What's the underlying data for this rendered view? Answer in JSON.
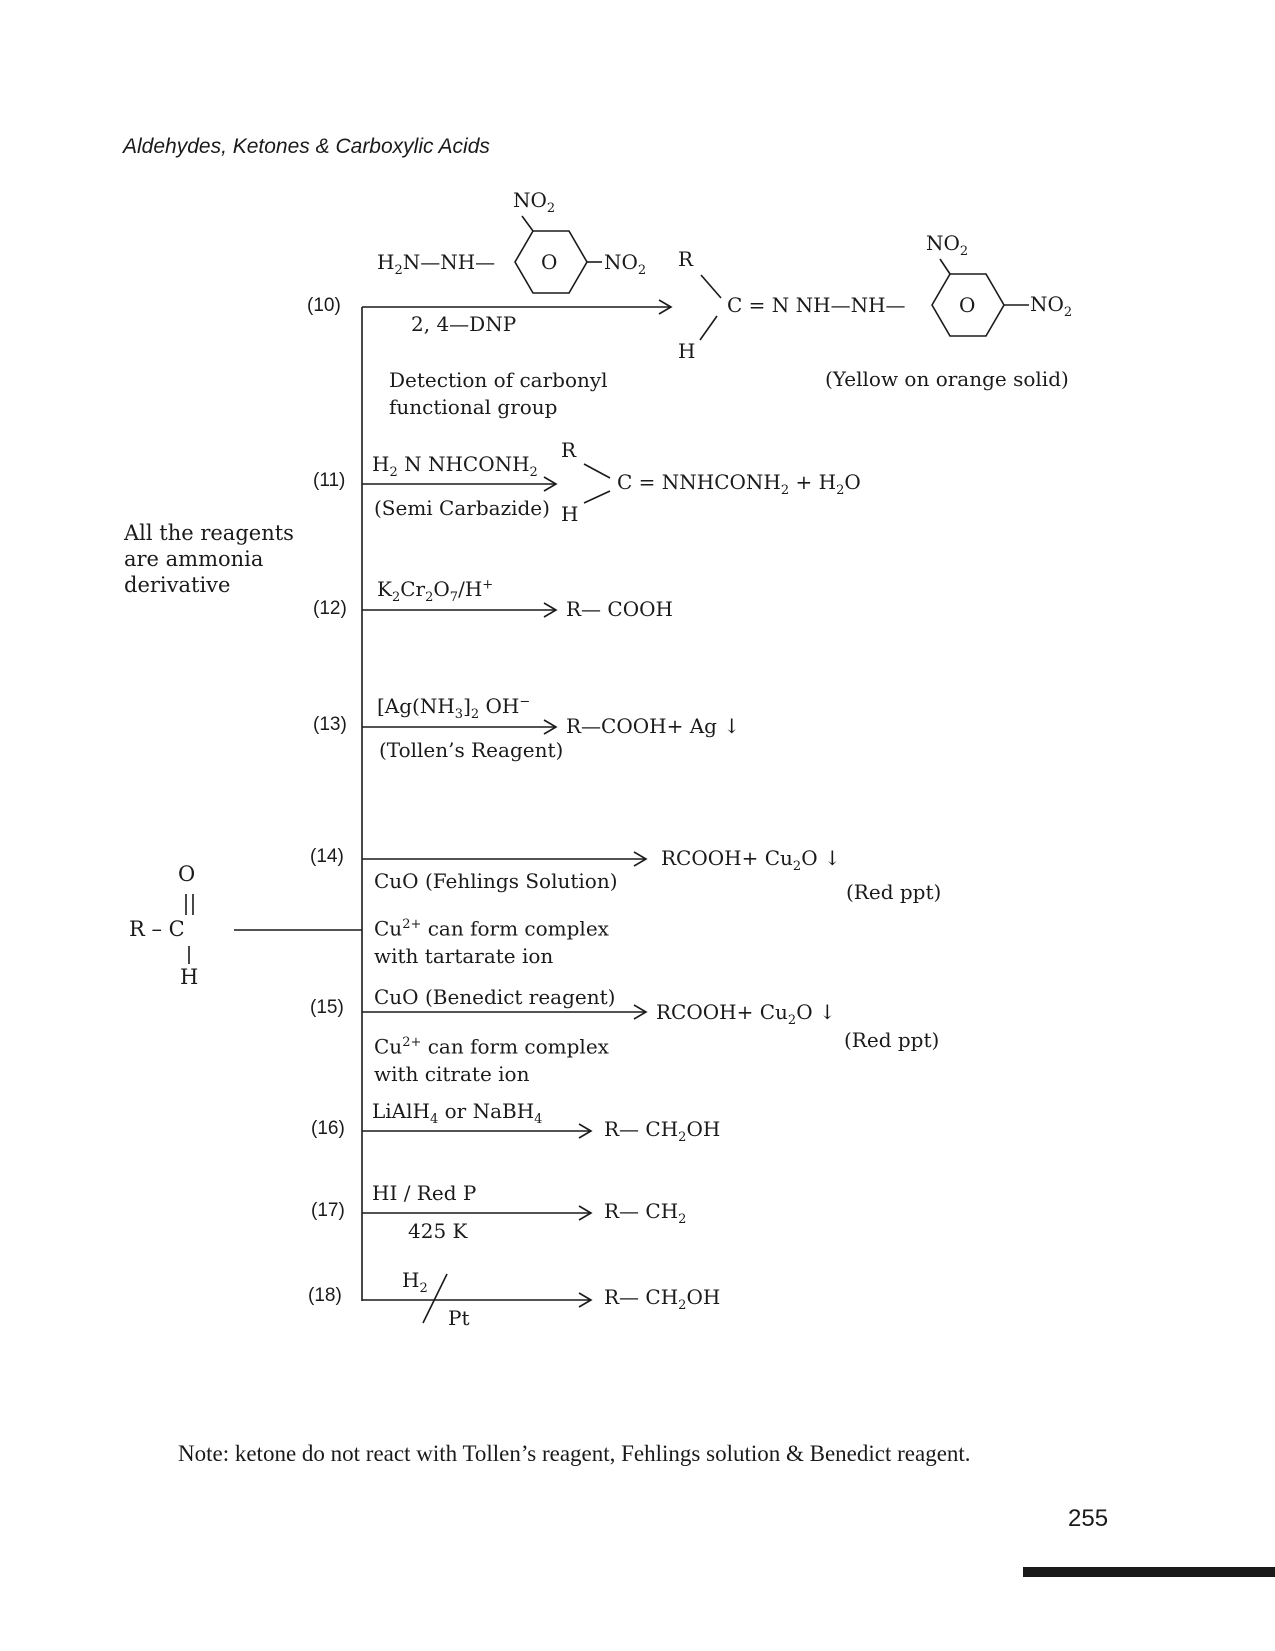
{
  "header": "Aldehydes, Ketones & Carboxylic Acids",
  "side_note": [
    "All the reagents",
    "are ammonia",
    "derivative"
  ],
  "substrate": {
    "o": "O",
    "rc": "R – C",
    "h": "H"
  },
  "reactions": {
    "r10": {
      "num": "(10)",
      "reagent_left": "H",
      "reagent_sub": "2",
      "reagent_right": "N—NH—",
      "ring_label": "O",
      "no2": "NO",
      "no2_sub": "2",
      "name": "2, 4—DNP",
      "desc": [
        "Detection of carbonyl",
        "functional group"
      ],
      "product_r": "R",
      "product_h": "H",
      "product_mid": "C = N NH—NH—",
      "product_note": "(Yellow on orange solid)"
    },
    "r11": {
      "num": "(11)",
      "reagent": "H",
      "reagent_a": "2",
      "reagent_b": " N NHCONH",
      "reagent_c": "2",
      "name": "(Semi Carbazide)",
      "product_r": "R",
      "product_h": "H",
      "product_a": "C  = NNHCONH",
      "product_b": "2",
      "product_c": "  + H",
      "product_d": "2",
      "product_e": "O"
    },
    "r12": {
      "num": "(12)",
      "reagent_a": "K",
      "s1": "2",
      "reagent_b": "Cr",
      "s2": "2",
      "reagent_c": "O",
      "s3": "7",
      "reagent_d": "/H",
      "sup": "+",
      "product": "R— COOH"
    },
    "r13": {
      "num": "(13)",
      "reagent_a": "[Ag(NH",
      "s1": "3",
      "reagent_b": "]",
      "s2": "2",
      "reagent_c": " OH",
      "sup": "−",
      "name": "(Tollen’s Reagent)",
      "product": "R—COOH+  Ag ↓"
    },
    "r14": {
      "num": "(14)",
      "reagent": "CuO (Fehlings Solution)",
      "comp_a": "Cu",
      "comp_sup": "2+",
      "comp_b": " can form complex",
      "comp_c": "with tartarate ion",
      "product_a": "RCOOH+  Cu",
      "product_sub": "2",
      "product_b": "O ↓",
      "product_note": "(Red ppt)"
    },
    "r15": {
      "num": "(15)",
      "reagent": "CuO (Benedict reagent)",
      "comp_a": "Cu",
      "comp_sup": "2+",
      "comp_b": " can form complex",
      "comp_c": "with citrate ion",
      "product_a": "RCOOH+  Cu",
      "product_sub": "2",
      "product_b": "O ↓",
      "product_note": "(Red ppt)"
    },
    "r16": {
      "num": "(16)",
      "reagent_a": "LiAlH",
      "s1": "4",
      "reagent_b": " or NaBH",
      "s2": "4",
      "product_a": "R—  CH",
      "product_sub": "2",
      "product_b": "OH"
    },
    "r17": {
      "num": "(17)",
      "reagent": "HI / Red P",
      "cond": "425 K",
      "product_a": "R—  CH",
      "product_sub": "2"
    },
    "r18": {
      "num": "(18)",
      "reagent_a": "H",
      "s1": "2",
      "catalyst": "Pt",
      "product_a": "R—  CH",
      "product_sub": "2",
      "product_b": "OH"
    }
  },
  "note": "Note: ketone do not react with Tollen’s reagent, Fehlings solution & Benedict reagent.",
  "page_number": "255"
}
